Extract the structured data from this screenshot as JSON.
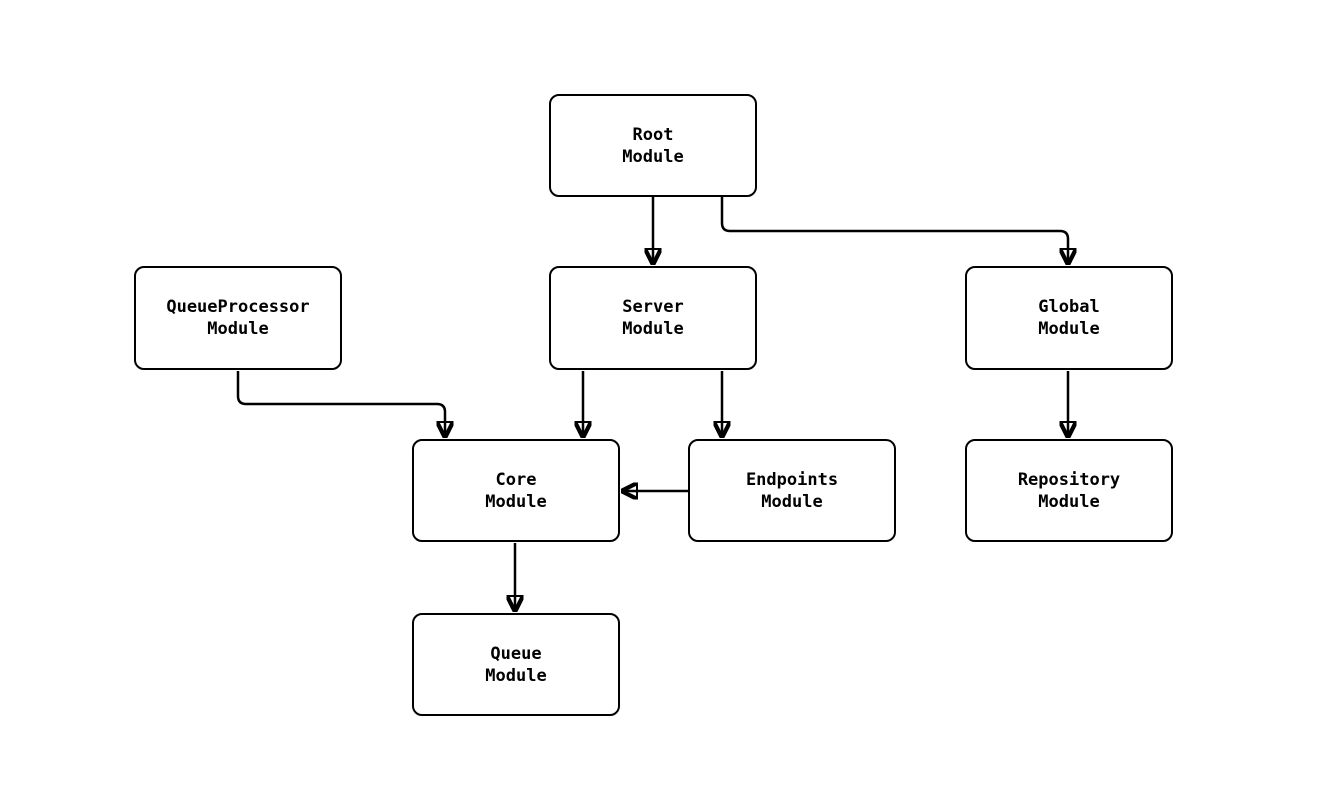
{
  "diagram": {
    "type": "module-dependency-flowchart",
    "background_color": "#ffffff",
    "node_fill_color": "#ffffff",
    "node_border_color": "#000000",
    "edge_color": "#000000",
    "text_color": "#000000",
    "nodes": {
      "root": {
        "label": "Root\nModule"
      },
      "server": {
        "label": "Server\nModule"
      },
      "global": {
        "label": "Global\nModule"
      },
      "queueprocessor": {
        "label": "QueueProcessor\nModule"
      },
      "core": {
        "label": "Core\nModule"
      },
      "endpoints": {
        "label": "Endpoints\nModule"
      },
      "repository": {
        "label": "Repository\nModule"
      },
      "queue": {
        "label": "Queue\nModule"
      }
    },
    "edges": [
      {
        "from": "Root Module",
        "to": "Server Module"
      },
      {
        "from": "Root Module",
        "to": "Global Module"
      },
      {
        "from": "QueueProcessor Module",
        "to": "Core Module"
      },
      {
        "from": "Server Module",
        "to": "Core Module"
      },
      {
        "from": "Server Module",
        "to": "Endpoints Module"
      },
      {
        "from": "Endpoints Module",
        "to": "Core Module"
      },
      {
        "from": "Global Module",
        "to": "Repository Module"
      },
      {
        "from": "Core Module",
        "to": "Queue Module"
      }
    ]
  }
}
